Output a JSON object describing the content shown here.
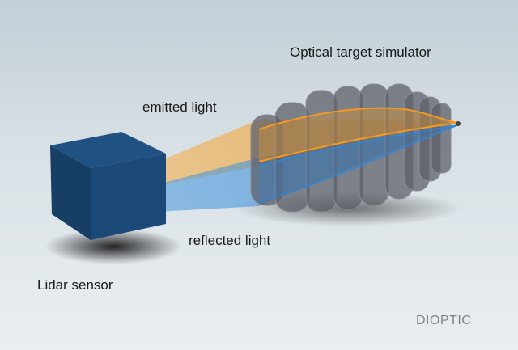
{
  "labels": {
    "target": "Optical target simulator",
    "emitted": "emitted light",
    "reflected": "reflected light",
    "sensor": "Lidar sensor"
  },
  "brand": "DIOPTIC",
  "colors": {
    "emitted": "#f0a030",
    "reflected": "#3a8fd8",
    "sensor": "#1c4a78",
    "lens": "#6d6f78"
  }
}
